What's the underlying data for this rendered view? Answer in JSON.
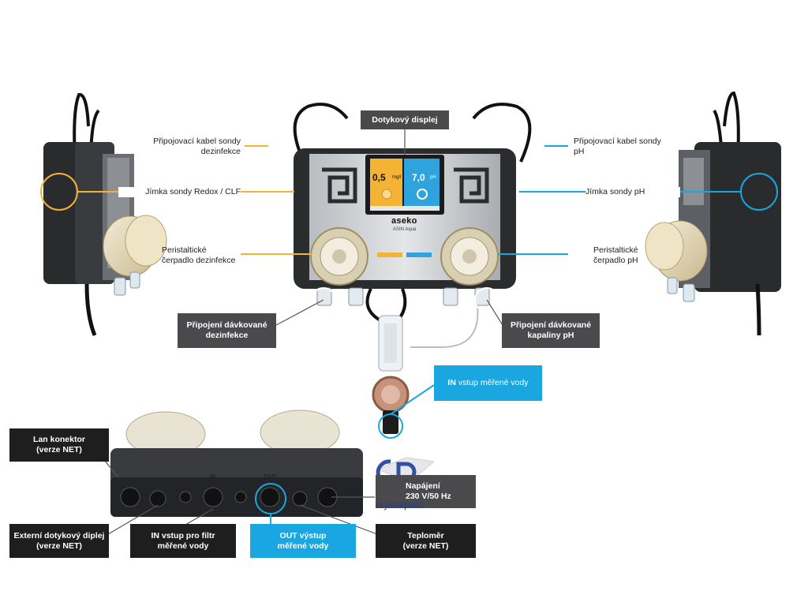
{
  "callouts": {
    "display": "Dotykový displej",
    "cable_disinfection": [
      "Připojovací kabel sondy",
      "dezinfekce"
    ],
    "cable_ph": [
      "Připojovací kabel sondy",
      "pH"
    ],
    "sump_redox": "Jímka sondy Redox / CLF",
    "sump_ph": "Jímka sondy pH",
    "pump_disinfection": [
      "Peristaltické",
      "čerpadlo dezinfekce"
    ],
    "pump_ph": [
      "Peristaltické",
      "čerpadlo pH"
    ],
    "dosing_disinfection": [
      "Připojení dávkované",
      "dezinfekce"
    ],
    "dosing_ph": [
      "Připojení dávkované",
      "kapaliny pH"
    ],
    "in_measured": {
      "bold": "IN",
      "rest": " vstup měřené vody"
    },
    "lan": [
      "Lan konektor",
      "(verze NET)"
    ],
    "ext_display": [
      "Externí dotykový diplej",
      "(verze NET)"
    ],
    "in_filter": {
      "bold": "IN",
      "rest": " vstup pro filtr",
      "line2": "měřené vody"
    },
    "out_measured": {
      "bold": "OUT",
      "rest": " výstup",
      "line2": "měřené vody"
    },
    "thermometer": [
      "Teploměr",
      "(verze NET)"
    ],
    "power": [
      "Napájení",
      "230 V/50 Hz"
    ]
  },
  "device": {
    "brand": "aseko",
    "model": "ASIN Aqua",
    "display_left_value": "0,5",
    "display_left_unit": "mg/l",
    "display_right_value": "7,0",
    "display_right_unit": "pH",
    "port_labels": {
      "in": "IN",
      "out": "OUT"
    }
  },
  "watermark": {
    "text": "crystalpool"
  },
  "colors": {
    "orange": "#f5b335",
    "blue": "#1aa6e0",
    "dark_box": "#4a4a4c",
    "black_box": "#1e1e1e"
  }
}
